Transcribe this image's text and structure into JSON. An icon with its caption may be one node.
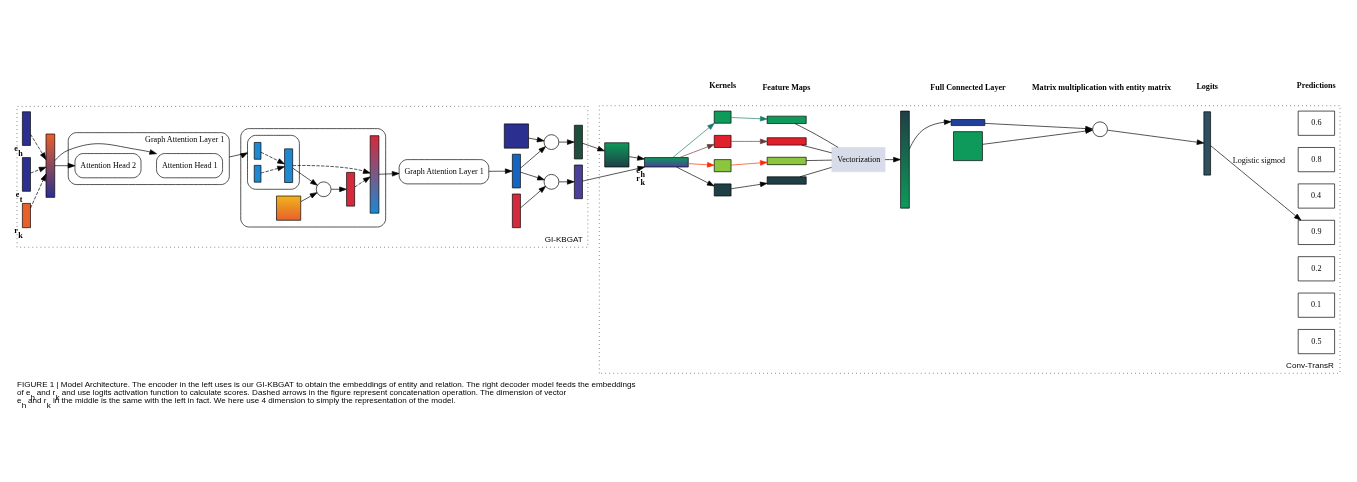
{
  "diagram": {
    "caption": "FIGURE 1 | Model Architecture. The encoder in the left uses is our GI-KBGAT to obtain the embeddings of entity and relation. The right decoder model feeds the embeddings of e$_{h}$ and r$_{k}$ and use logits activation function to calculate scores. Dashed arrows in the figure represent concatenation operation. The dimension of vector e$_{h}$ and r$_{k}$ in the middle is the same with the left in fact. We here use 4 dimension to simply the representation of the model.",
    "nodes": [
      {
        "text": [
          "GI-KBGAT"
        ]
      },
      {
        "text": [
          "Conv-TransR"
        ]
      },
      {
        "text": [],
        "shape": "bar",
        "beside": [
          "e⃗$_{h}$"
        ],
        "in": 0
      },
      {
        "text": [],
        "shape": "bar",
        "beside": [
          "e⃗$_{t}$"
        ],
        "in": 0
      },
      {
        "text": [],
        "shape": "bar",
        "beside": [
          "r⃗$_{k}$"
        ],
        "in": 0
      },
      {
        "text": [],
        "shape": "bar",
        "in": 0
      },
      {
        "text": [
          "Graph Attention Layer 1"
        ],
        "in": 0
      },
      {
        "text": [
          "Attention Head 1"
        ],
        "in": 6
      },
      {
        "text": [
          "Attention Head 2"
        ],
        "in": 6
      },
      {
        "text": [],
        "shape": "box",
        "in": 0
      },
      {
        "text": [],
        "shape": "box",
        "in": 9
      },
      {
        "text": [],
        "shape": "bar",
        "in": 10
      },
      {
        "text": [],
        "shape": "bar",
        "in": 10
      },
      {
        "text": [],
        "shape": "bar",
        "in": 10
      },
      {
        "text": [],
        "shape": "box",
        "in": 9
      },
      {
        "text": [],
        "shape": "circle",
        "in": 9
      },
      {
        "text": [],
        "shape": "bar",
        "in": 9
      },
      {
        "text": [],
        "shape": "bar",
        "in": 9
      },
      {
        "text": [
          "Graph Attention Layer 1"
        ],
        "in": 0
      },
      {
        "text": [],
        "shape": "box",
        "in": 0
      },
      {
        "text": [],
        "shape": "bar",
        "in": 0
      },
      {
        "text": [],
        "shape": "bar",
        "in": 0
      },
      {
        "text": [],
        "shape": "circle",
        "in": 0
      },
      {
        "text": [],
        "shape": "circle",
        "in": 0
      },
      {
        "text": [],
        "shape": "bar",
        "in": 0
      },
      {
        "text": [],
        "shape": "bar",
        "in": 0
      },
      {
        "text": [],
        "shape": "box",
        "in": 1
      },
      {
        "text": [],
        "shape": "bar",
        "beside": [
          "e⃗$_{h}$",
          "r⃗$_{k}$"
        ],
        "in": 1
      },
      {
        "text": [],
        "shape": "box",
        "in": 1
      },
      {
        "text": [],
        "shape": "box",
        "in": 1
      },
      {
        "text": [],
        "shape": "box",
        "in": 1
      },
      {
        "text": [],
        "shape": "box",
        "in": 1
      },
      {
        "text": [],
        "shape": "bar",
        "in": 1
      },
      {
        "text": [],
        "shape": "bar",
        "in": 1
      },
      {
        "text": [],
        "shape": "bar",
        "in": 1
      },
      {
        "text": [],
        "shape": "bar",
        "in": 1
      },
      {
        "text": [
          "Vectorization"
        ],
        "in": 1
      },
      {
        "text": [],
        "shape": "bar",
        "in": 1
      },
      {
        "text": [],
        "shape": "bar",
        "in": 1
      },
      {
        "text": [],
        "shape": "box",
        "in": 1
      },
      {
        "text": [],
        "shape": "circle",
        "in": 1
      },
      {
        "text": [],
        "shape": "bar",
        "in": 1
      },
      {
        "text": [
          "0.6"
        ],
        "in": 1
      },
      {
        "text": [
          "0.8"
        ],
        "in": 1
      },
      {
        "text": [
          "0.4"
        ],
        "in": 1
      },
      {
        "text": [
          "0.9"
        ],
        "in": 1
      },
      {
        "text": [
          "0.2"
        ],
        "in": 1
      },
      {
        "text": [
          "0.1"
        ],
        "in": 1
      },
      {
        "text": [
          "0.5"
        ],
        "in": 1
      }
    ],
    "edges": [
      {
        "from": 2,
        "to": 5,
        "arrow": "to",
        "style": "dashed"
      },
      {
        "from": 3,
        "to": 5,
        "arrow": "to",
        "style": "dashed"
      },
      {
        "from": 4,
        "to": 5,
        "arrow": "to",
        "style": "dashed"
      },
      {
        "from": 5,
        "to": 7,
        "arrow": "to"
      },
      {
        "from": 5,
        "to": 8,
        "arrow": "to"
      },
      {
        "from": 6,
        "to": 10,
        "arrow": "to"
      },
      {
        "from": 11,
        "to": 13,
        "arrow": "to",
        "style": "dashed"
      },
      {
        "from": 12,
        "to": 13,
        "arrow": "to",
        "style": "dashed"
      },
      {
        "from": 13,
        "to": 17,
        "arrow": "to",
        "style": "dashed"
      },
      {
        "from": 13,
        "to": 15,
        "arrow": "to"
      },
      {
        "from": 14,
        "to": 15,
        "arrow": "to"
      },
      {
        "from": 15,
        "to": 16,
        "arrow": "to"
      },
      {
        "from": 16,
        "to": 17,
        "arrow": "to",
        "style": "dashed"
      },
      {
        "from": 17,
        "to": 18,
        "arrow": "to"
      },
      {
        "from": 18,
        "to": 20,
        "arrow": "to"
      },
      {
        "from": 19,
        "to": 22,
        "arrow": "to"
      },
      {
        "from": 20,
        "to": 22,
        "arrow": "to"
      },
      {
        "from": 20,
        "to": 23,
        "arrow": "to"
      },
      {
        "from": 21,
        "to": 23,
        "arrow": "to"
      },
      {
        "from": 22,
        "to": 24,
        "arrow": "to"
      },
      {
        "from": 23,
        "to": 25,
        "arrow": "to"
      },
      {
        "from": 24,
        "to": 26,
        "arrow": "to"
      },
      {
        "from": 25,
        "to": 27,
        "arrow": "to"
      },
      {
        "from": 26,
        "to": 27,
        "arrow": "to"
      },
      {
        "from": 27,
        "to": 28,
        "arrow": "to",
        "color": "#1a7a6a"
      },
      {
        "from": 27,
        "to": 29,
        "arrow": "to",
        "color": "#6a3a3a"
      },
      {
        "from": 27,
        "to": 30,
        "arrow": "to",
        "color": "#ff2a00"
      },
      {
        "from": 27,
        "to": 31,
        "arrow": "to"
      },
      {
        "from": 28,
        "to": 32,
        "arrow": "to",
        "color": "#1a7a6a"
      },
      {
        "from": 29,
        "to": 33,
        "arrow": "to",
        "color": "#6a3a3a"
      },
      {
        "from": 30,
        "to": 34,
        "arrow": "to",
        "color": "#ff2a00"
      },
      {
        "from": 31,
        "to": 35,
        "arrow": "to"
      },
      {
        "from": 32,
        "to": 36,
        "arrow": "none"
      },
      {
        "from": 33,
        "to": 36,
        "arrow": "none"
      },
      {
        "from": 34,
        "to": 36,
        "arrow": "none"
      },
      {
        "from": 35,
        "to": 36,
        "arrow": "none"
      },
      {
        "from": 36,
        "to": 37,
        "arrow": "to"
      },
      {
        "from": 37,
        "to": 38,
        "arrow": "to"
      },
      {
        "from": 38,
        "to": 40,
        "arrow": "to"
      },
      {
        "from": 39,
        "to": 40,
        "arrow": "to"
      },
      {
        "from": 40,
        "to": 41,
        "arrow": "to"
      },
      {
        "from": 41,
        "to": 45,
        "arrow": "to",
        "label": "Logistic sigmod"
      }
    ],
    "labels": [
      "Kernels",
      "Feature Maps",
      "Full Connected Layer",
      "Matrix multiplication with entity matrix",
      "Logits",
      "Predictions"
    ]
  }
}
